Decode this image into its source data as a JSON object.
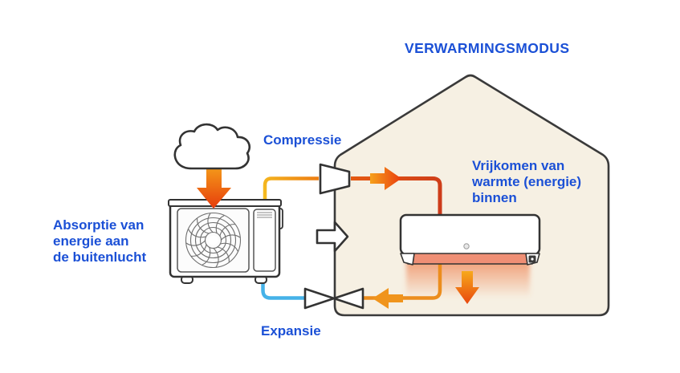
{
  "title": "VERWARMINGSMODUS",
  "labels": {
    "compression": "Compressie",
    "expansion": "Expansie",
    "absorption_lines": [
      "Absorptie van",
      "energie aan",
      "de buitenlucht"
    ],
    "heat_release_lines": [
      "Vrijkomen van",
      "warmte (energie)",
      "binnen"
    ]
  },
  "colors": {
    "label_blue": "#1b50d6",
    "house_fill": "#f6f0e3",
    "outline_dark": "#333333",
    "warm_gas_pipe": "#f3b01e",
    "hot_gas_pipe": "#cc3a1a",
    "return_pipe": "#ec8d1d",
    "liquid_pipe": "#45b2e8",
    "heat_glow": "#ef8f75",
    "arrow_orange_light": "#f7a91c",
    "arrow_orange_deep": "#e8420e"
  }
}
